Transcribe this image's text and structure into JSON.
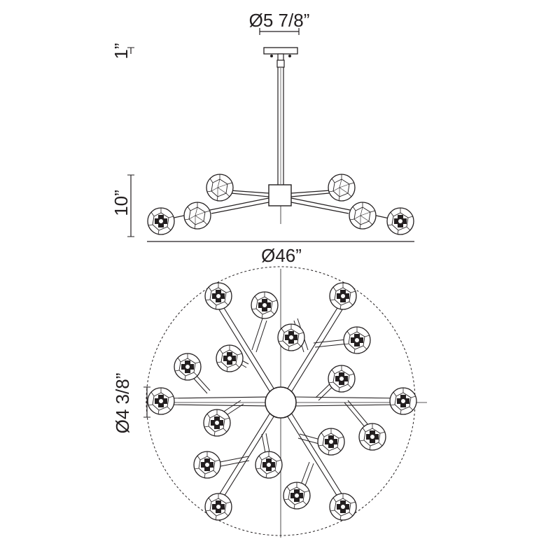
{
  "dimensions": {
    "canopy_diameter": "Ø5 7/8”",
    "canopy_height": "1”",
    "fixture_height": "10”",
    "overall_diameter": "Ø46”",
    "globe_diameter": "Ø4 3/8”"
  },
  "fixture": {
    "side_view_lights": 6,
    "plan_view_lights": 18,
    "plan_view_arms": 6
  },
  "colors": {
    "line": "#231f20",
    "background": "#ffffff"
  }
}
